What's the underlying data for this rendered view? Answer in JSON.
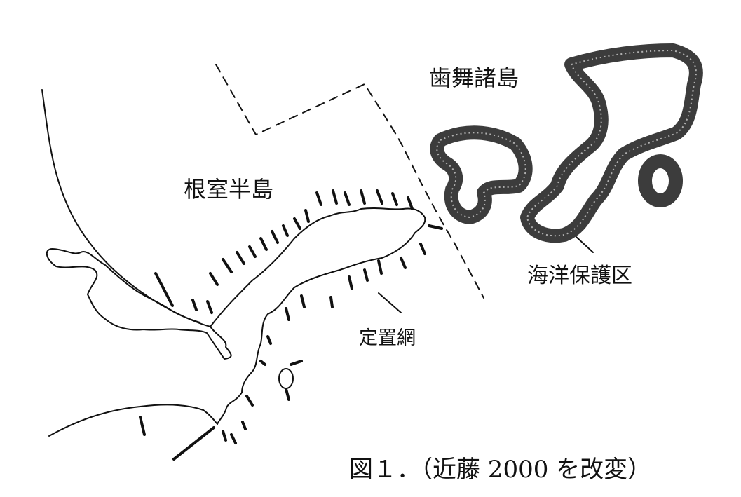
{
  "labels": {
    "islands": "歯舞諸島",
    "peninsula": "根室半島",
    "marine_protected_area": "海洋保護区",
    "set_net": "定置網"
  },
  "caption": "図１．（近藤 2000 を改変）",
  "colors": {
    "ink": "#111111",
    "island": "#3c3c3c"
  }
}
